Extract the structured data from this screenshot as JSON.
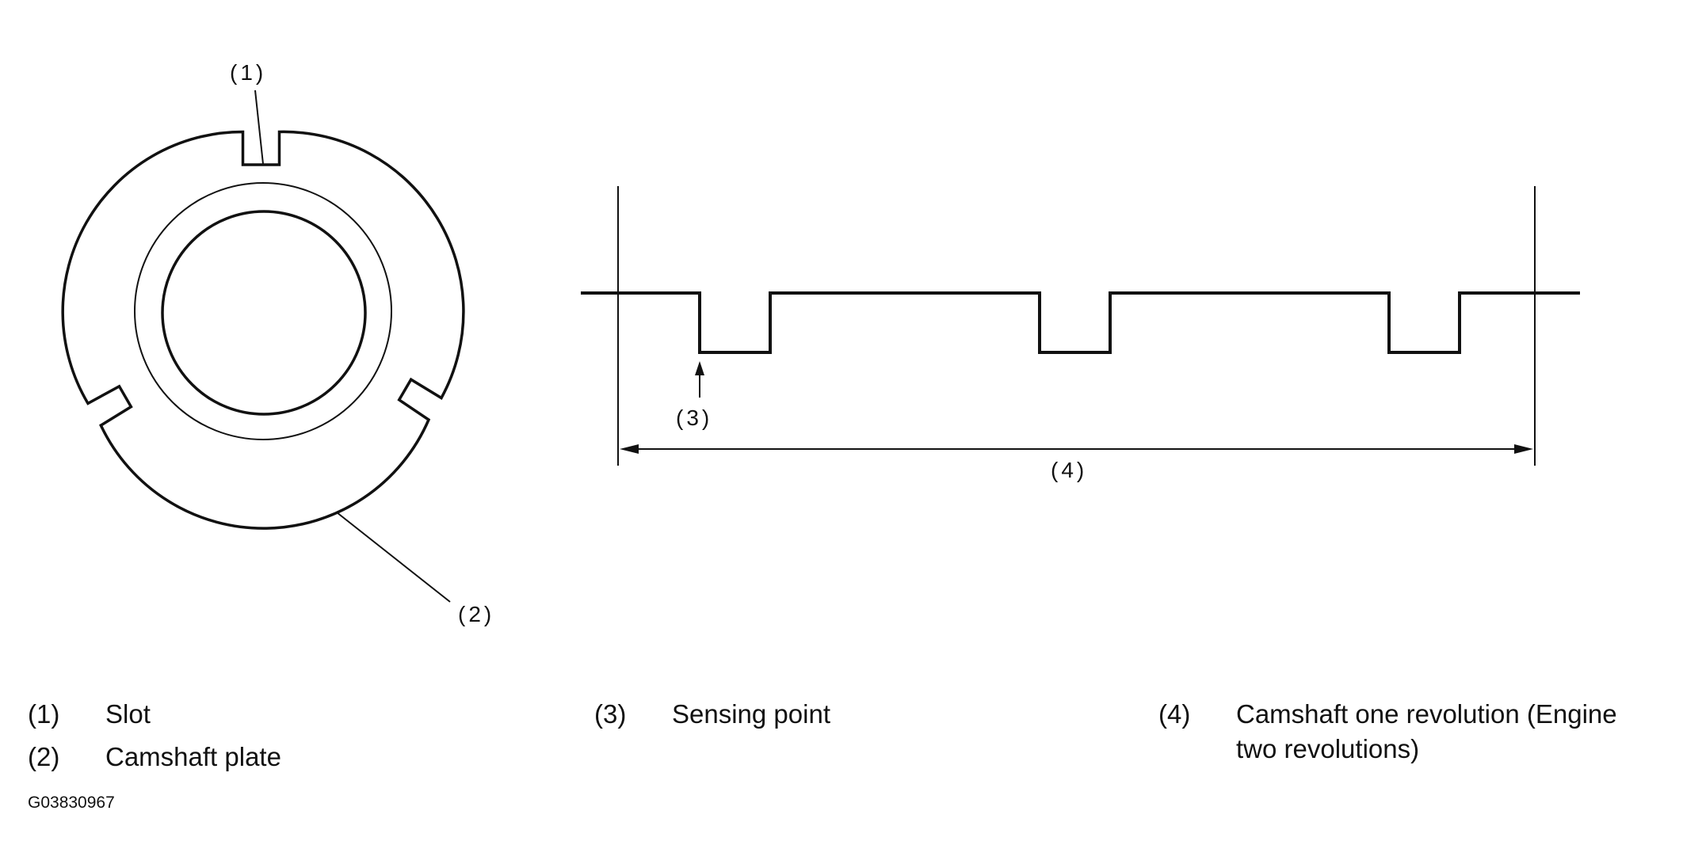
{
  "callouts": {
    "slot": "(1)",
    "camshaft_plate": "(2)",
    "sensing_point": "(3)",
    "one_revolution": "(4)"
  },
  "legend": [
    {
      "number": "(1)",
      "text": "Slot"
    },
    {
      "number": "(2)",
      "text": "Camshaft plate"
    },
    {
      "number": "(3)",
      "text": "Sensing point"
    },
    {
      "number": "(4)",
      "text": "Camshaft one revolution (Engine",
      "text_line2": "two revolutions)"
    }
  ],
  "figure_code": "G03830967"
}
